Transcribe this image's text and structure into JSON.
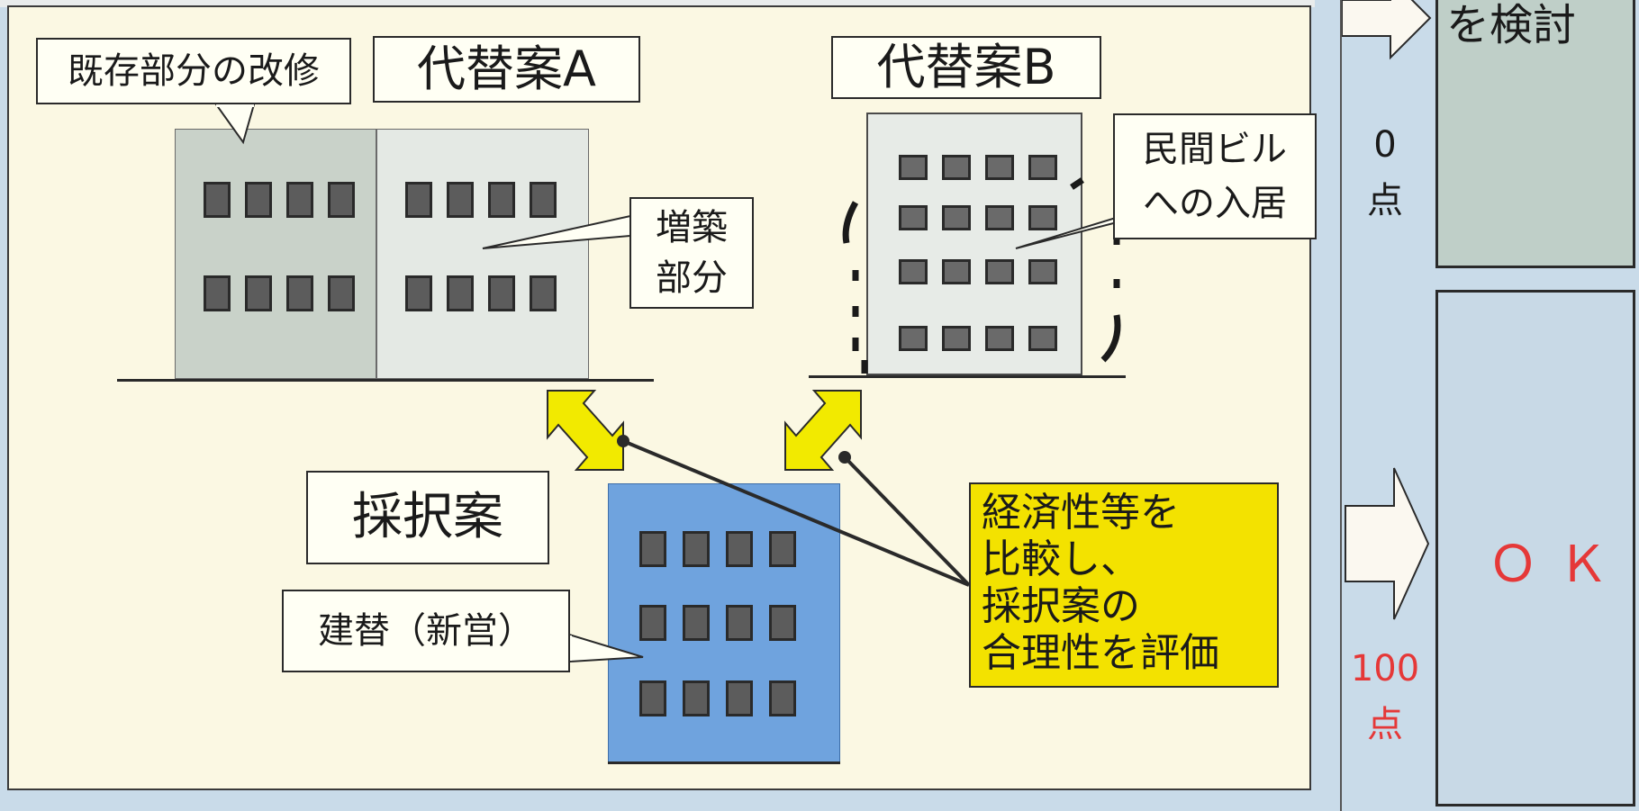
{
  "labels": {
    "kizon": "既存部分の改修",
    "daitai_a": "代替案A",
    "daitai_b": "代替案B",
    "zochiku": "増築\n部分",
    "zochiku_l1": "増築",
    "zochiku_l2": "部分",
    "minkan_l1": "民間ビル",
    "minkan_l2": "への入居",
    "saitaku": "採択案",
    "kenkan": "建替（新営）",
    "yellow_l1": "経済性等を",
    "yellow_l2": "比較し、",
    "yellow_l3": "採択案の",
    "yellow_l4": "合理性を評価"
  },
  "right_panel": {
    "top_text": "を検討",
    "score_top_l1": "0",
    "score_top_l2": "点",
    "score_bottom_l1": "100",
    "score_bottom_l2": "点",
    "ok_text": "ＯＫ"
  },
  "colors": {
    "panel_bg": "#fbf8e3",
    "building_grey": "#dce2dc",
    "building_blue": "#6fa3de",
    "yellow": "#f3e200",
    "arrow_yellow": "#f2ea00",
    "score_red": "#e53838",
    "ok_red": "#e53838"
  }
}
